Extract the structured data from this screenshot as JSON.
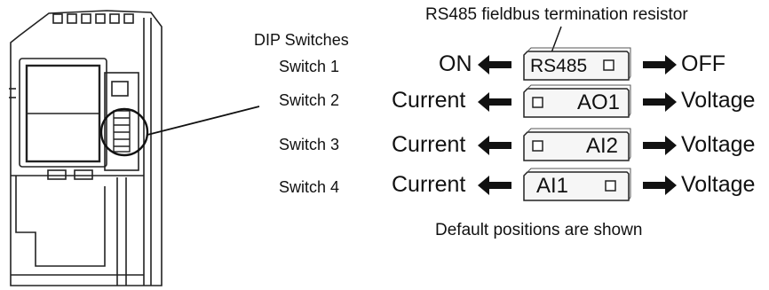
{
  "title_resistor": "RS485 fieldbus termination resistor",
  "dip_header": "DIP Switches",
  "switches": [
    {
      "name": "Switch 1",
      "left": "ON",
      "right": "OFF",
      "tag": "RS485"
    },
    {
      "name": "Switch 2",
      "left": "Current",
      "right": "Voltage",
      "tag": "AO1"
    },
    {
      "name": "Switch 3",
      "left": "Current",
      "right": "Voltage",
      "tag": "AI2"
    },
    {
      "name": "Switch 4",
      "left": "Current",
      "right": "Voltage",
      "tag": "AI1"
    }
  ],
  "footer": "Default positions are shown"
}
